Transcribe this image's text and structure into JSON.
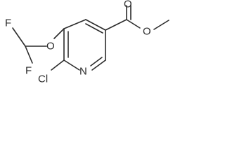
{
  "molecule": {
    "atoms": {
      "F_top": "F",
      "F_bottom": "F",
      "O_ether": "O",
      "Cl": "Cl",
      "N_ring": "N",
      "O_carbonyl": "O",
      "O_ester": "O"
    }
  },
  "colors": {
    "line": "#2b2b2b",
    "background": "#ffffff"
  }
}
